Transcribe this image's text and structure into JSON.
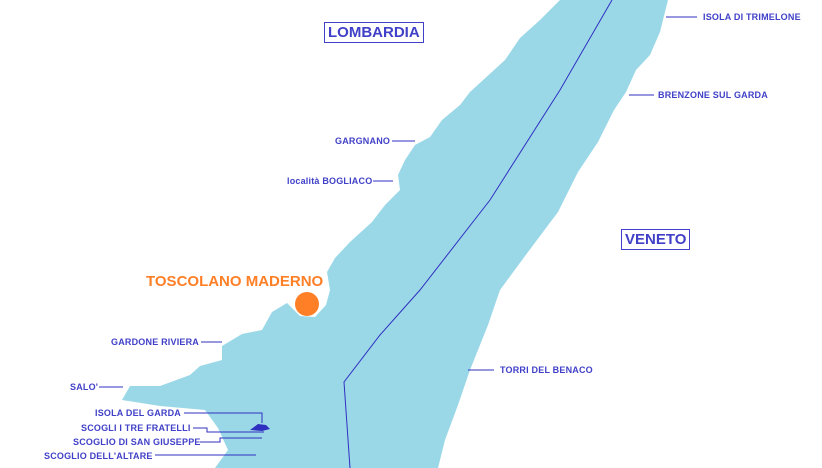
{
  "regions": {
    "west": "LOMBARDIA",
    "east": "VENETO"
  },
  "highlight": {
    "name": "TOSCOLANO MADERNO",
    "color": "#ff7f27"
  },
  "places": {
    "trimelone": "ISOLA DI TRIMELONE",
    "brenzone": "BRENZONE SUL GARDA",
    "gargnano": "GARGNANO",
    "bogliaco": "località BOGLIACO",
    "gardone": "GARDONE RIVIERA",
    "salo": "SALO'",
    "isola_garda": "ISOLA DEL GARDA",
    "tre_fratelli": "SCOGLI I TRE FRATELLI",
    "san_giuseppe": "SCOGLIO DI SAN GIUSEPPE",
    "altare": "SCOGLIO DELL'ALTARE",
    "torri": "TORRI DEL BENACO"
  },
  "colors": {
    "lake": "#9ad8e8",
    "label": "#4040c8",
    "border": "#3030c0"
  }
}
